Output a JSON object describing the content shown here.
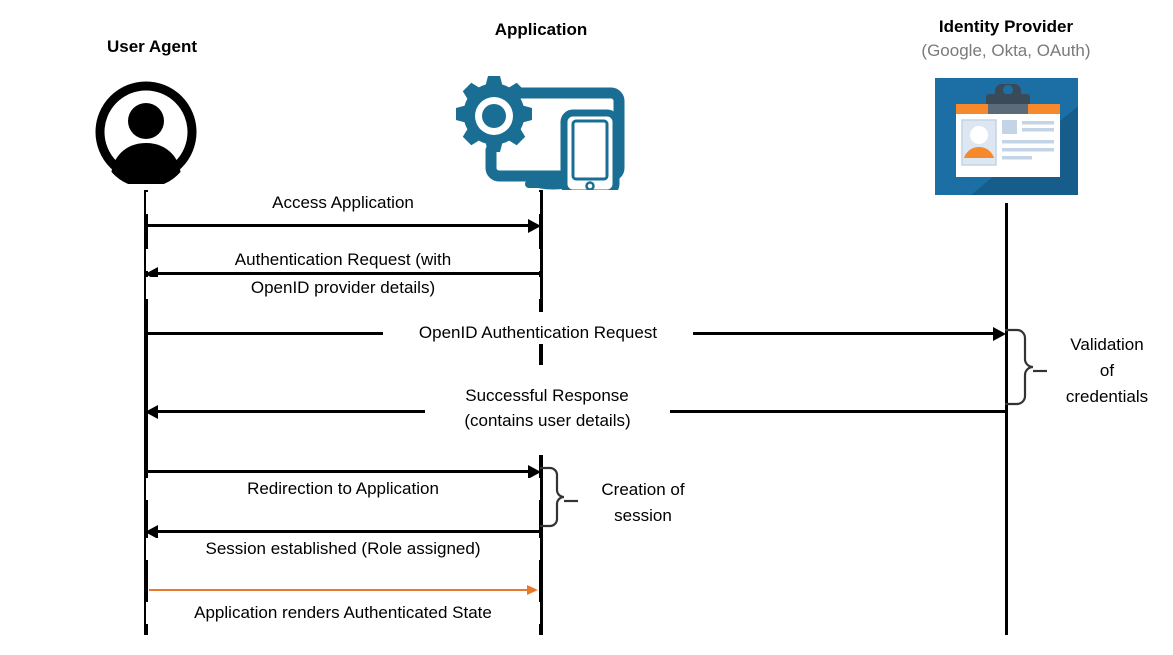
{
  "diagram": {
    "title": "OpenID Connect authentication sequence diagram",
    "colors": {
      "app_icon": "#1B6E93",
      "idp_panel": "#1C6FA5",
      "idp_panel_dark": "#155B87",
      "idp_accent": "#F5892B",
      "orange_arrow": "#E8792B",
      "line": "#000000",
      "subtitle": "#7A7A7A"
    }
  },
  "actors": [
    {
      "id": "user-agent",
      "title": "User Agent",
      "subtitle": "",
      "icon": "person-circle-icon"
    },
    {
      "id": "application",
      "title": "Application",
      "subtitle": "",
      "icon": "gear-monitor-phone-icon"
    },
    {
      "id": "identity-provider",
      "title": "Identity Provider",
      "subtitle": "(Google, Okta, OAuth)",
      "icon": "id-badge-icon"
    }
  ],
  "messages": [
    {
      "id": "access-application",
      "label": "Access Application",
      "from": "user-agent",
      "to": "application",
      "direction": "right",
      "color": "#000000"
    },
    {
      "id": "authentication-request",
      "label_line1": "Authentication Request (with",
      "label_line2": "OpenID provider details)",
      "from": "application",
      "to": "user-agent",
      "direction": "left",
      "color": "#000000"
    },
    {
      "id": "openid-authentication-request",
      "label": "OpenID Authentication Request",
      "from": "user-agent",
      "to": "identity-provider",
      "direction": "right",
      "color": "#000000"
    },
    {
      "id": "successful-response",
      "label_line1": "Successful Response",
      "label_line2": "(contains user details)",
      "from": "identity-provider",
      "to": "user-agent",
      "direction": "left",
      "color": "#000000"
    },
    {
      "id": "redirection-to-application",
      "label": "Redirection to Application",
      "from": "user-agent",
      "to": "application",
      "direction": "right",
      "color": "#000000"
    },
    {
      "id": "session-established",
      "label": "Session established (Role assigned)",
      "from": "application",
      "to": "user-agent",
      "direction": "left",
      "color": "#000000"
    },
    {
      "id": "application-renders-authenticated-state",
      "label": "Application renders Authenticated State",
      "from": "user-agent",
      "to": "application",
      "direction": "right",
      "color": "#E8792B"
    }
  ],
  "annotations": [
    {
      "id": "validation-of-credentials",
      "line1": "Validation",
      "line2": "of",
      "line3": "credentials",
      "attached_to": "identity-provider"
    },
    {
      "id": "creation-of-session",
      "line1": "Creation of",
      "line2": "session",
      "attached_to": "application"
    }
  ]
}
